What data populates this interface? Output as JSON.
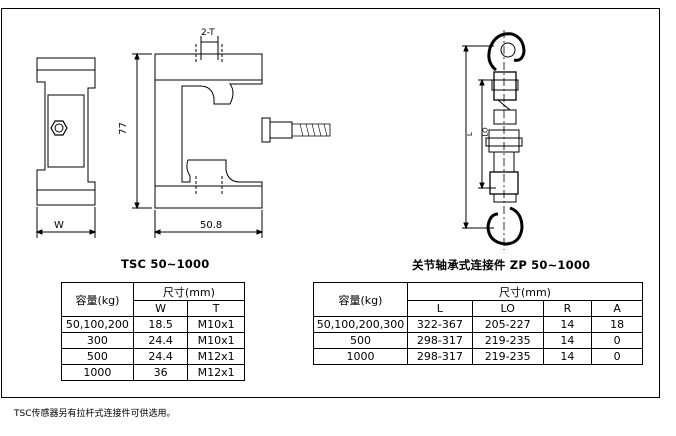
{
  "left": {
    "title": "TSC 50~1000",
    "dims": {
      "thread": "2-T",
      "height": "77",
      "width_mark": "W",
      "length": "50.8"
    },
    "table": {
      "col_capacity": "容量(kg)",
      "col_size": "尺寸(mm)",
      "sub": [
        "W",
        "T"
      ],
      "rows": [
        [
          "50,100,200",
          "18.5",
          "M10x1"
        ],
        [
          "300",
          "24.4",
          "M10x1"
        ],
        [
          "500",
          "24.4",
          "M12x1"
        ],
        [
          "1000",
          "36",
          "M12x1"
        ]
      ]
    }
  },
  "right": {
    "title": "关节轴承式连接件 ZP 50~1000",
    "dims": {
      "L": "L",
      "LO": "LO"
    },
    "table": {
      "col_capacity": "容量(kg)",
      "col_size": "尺寸(mm)",
      "sub": [
        "L",
        "LO",
        "R",
        "A"
      ],
      "rows": [
        [
          "50,100,200,300",
          "322-367",
          "205-227",
          "14",
          "18"
        ],
        [
          "500",
          "298-317",
          "219-235",
          "14",
          "0"
        ],
        [
          "1000",
          "298-317",
          "219-235",
          "14",
          "0"
        ]
      ]
    }
  },
  "footnote": "TSC传感器另有拉杆式连接件可供选用。"
}
